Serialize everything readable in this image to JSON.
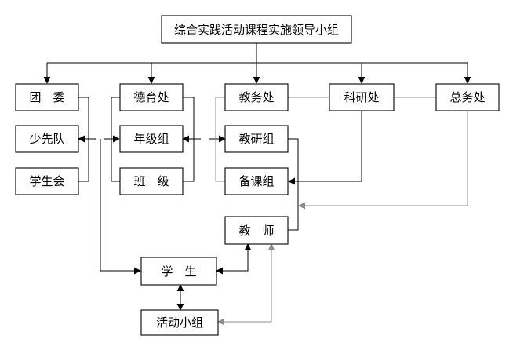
{
  "title": "综合实践活动课程实施领导小组",
  "nodes": {
    "tuanwei": "团　委",
    "shaoxiandui": "少先队",
    "xueshenghui": "学生会",
    "deyuchu": "德育处",
    "nianjizu": "年级组",
    "banji": "班　级",
    "jiaowuchu": "教务处",
    "jiaoyanzu": "教研组",
    "beikezu": "备课组",
    "keyanchu": "科研处",
    "zongwuchu": "总务处",
    "jiaoshi": "教　师",
    "xuesheng": "学　生",
    "huodongxiaozu": "活动小组"
  }
}
